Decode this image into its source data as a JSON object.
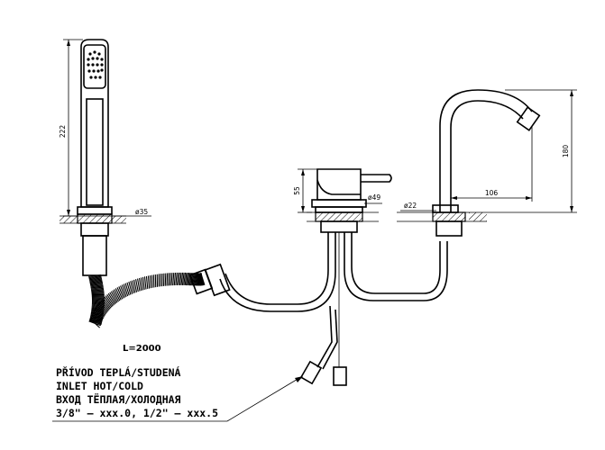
{
  "dimensions": {
    "shower_length": "222",
    "shower_diameter": "ø35",
    "mixer_height": "55",
    "mixer_diameter": "ø49",
    "spout_diameter": "ø22",
    "spout_reach": "106",
    "spout_height": "180"
  },
  "hose_length": "L=2000",
  "note": {
    "line1": "PŘÍVOD TEPLÁ/STUDENÁ",
    "line2": "INLET HOT/COLD",
    "line3": "ВХОД ТЁПЛАЯ/ХОЛОДНАЯ",
    "line4": "3/8\" – xxx.0, 1/2\" – xxx.5"
  }
}
